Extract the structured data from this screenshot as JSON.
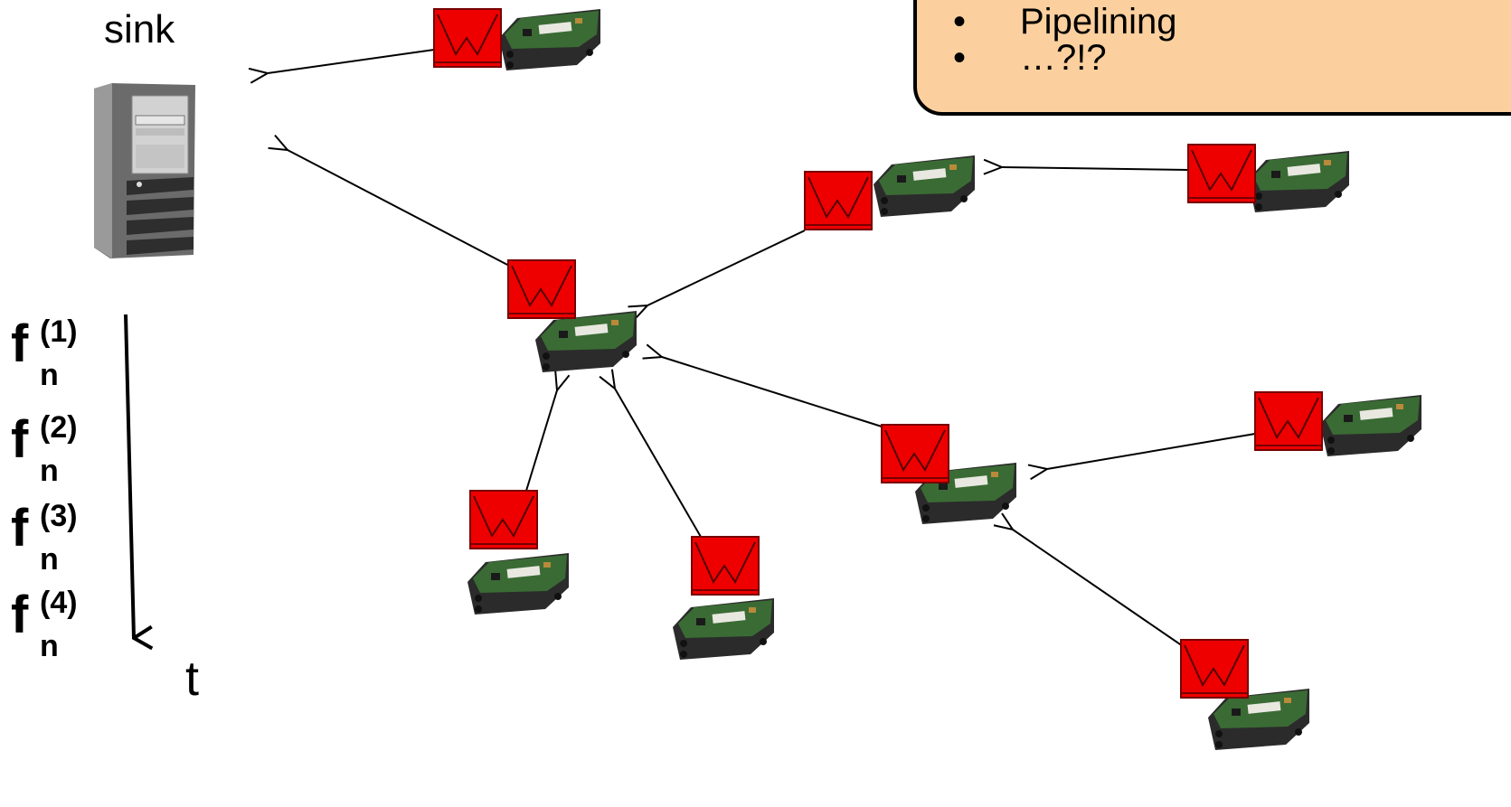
{
  "sink_label": "sink",
  "callout": {
    "bullets": [
      "Pipelining",
      "…?!?"
    ],
    "bullet_glyph": "•",
    "fill": "#fbd09e"
  },
  "time_axis": {
    "label": "t",
    "steps": [
      {
        "base": "f",
        "sup": "(1)",
        "sub": "n"
      },
      {
        "base": "f",
        "sup": "(2)",
        "sub": "n"
      },
      {
        "base": "f",
        "sup": "(3)",
        "sub": "n"
      },
      {
        "base": "f",
        "sup": "(4)",
        "sub": "n"
      }
    ]
  },
  "icons": {
    "sink": "server-tower-icon",
    "node": "sensor-board-icon",
    "message": "envelope-icon"
  },
  "colors": {
    "message": "#ee0000",
    "board": "#3a6b34",
    "case": "#2b2b2b"
  }
}
